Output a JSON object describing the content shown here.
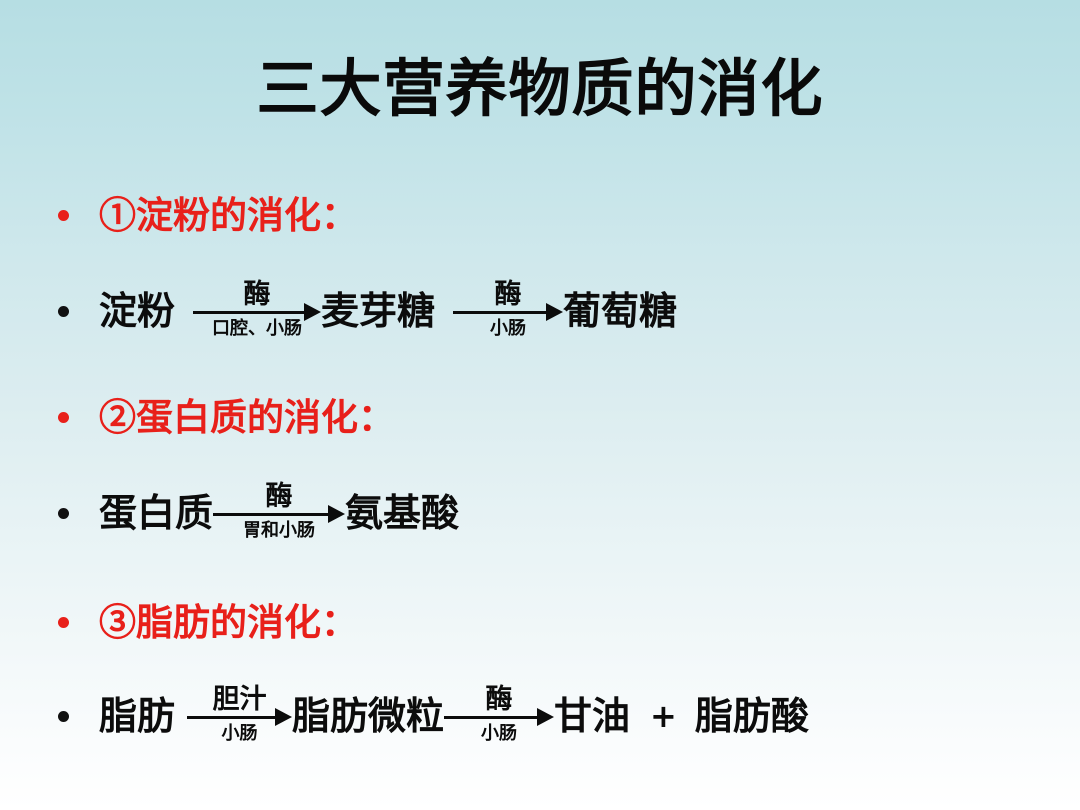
{
  "slide": {
    "title": "三大营养物质的消化",
    "background": {
      "top_color": "#b6dee3",
      "bottom_color": "#ffffff"
    },
    "colors": {
      "heading_red": "#e8201a",
      "text_black": "#0c0c0c"
    }
  },
  "sections": [
    {
      "heading": "①淀粉的消化：",
      "equation": {
        "start": "淀粉",
        "steps": [
          {
            "above": "酶",
            "below": "口腔、小肠",
            "product": "麦芽糖"
          },
          {
            "above": "酶",
            "below": "小肠",
            "product": "葡萄糖"
          }
        ],
        "extra": ""
      }
    },
    {
      "heading": "②蛋白质的消化：",
      "equation": {
        "start": "蛋白质",
        "steps": [
          {
            "above": "酶",
            "below": "胃和小肠",
            "product": "氨基酸"
          }
        ],
        "extra": ""
      }
    },
    {
      "heading": "③脂肪的消化：",
      "equation": {
        "start": "脂肪",
        "steps": [
          {
            "above": "胆汁",
            "below": "小肠",
            "product": "脂肪微粒"
          },
          {
            "above": "酶",
            "below": "小肠",
            "product": "甘油"
          }
        ],
        "extra": "脂肪酸",
        "plus": "+"
      }
    }
  ]
}
